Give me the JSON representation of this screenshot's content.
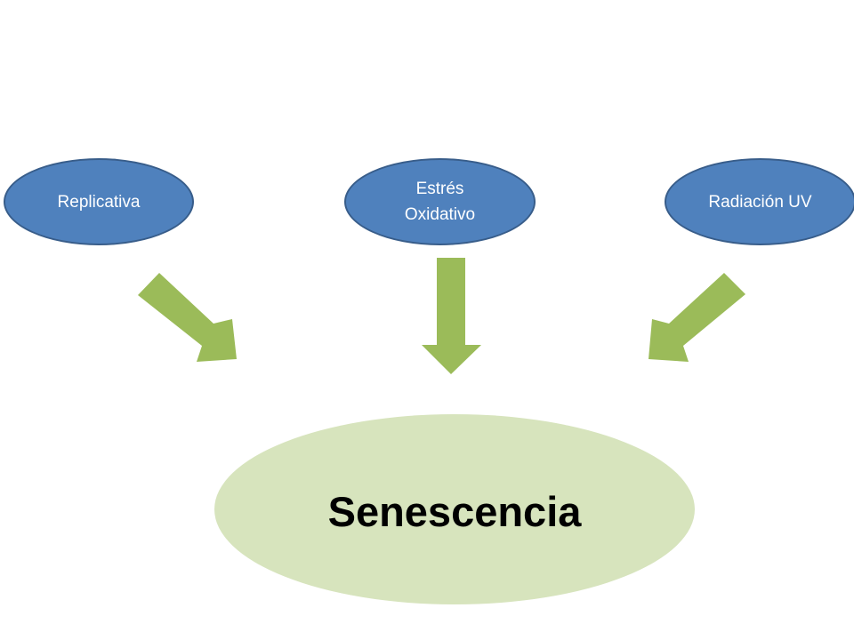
{
  "diagram": {
    "causes": [
      {
        "label": "Replicativa"
      },
      {
        "label": "Estrés Oxidativo"
      },
      {
        "label": "Radiación UV"
      }
    ],
    "result": {
      "label": "Senescencia"
    },
    "colors": {
      "cause_fill": "#4f81bd",
      "cause_border": "#385d8a",
      "cause_text": "#ffffff",
      "arrow_fill": "#9bbb59",
      "result_fill": "#d7e4bd",
      "result_text": "#000000"
    }
  }
}
